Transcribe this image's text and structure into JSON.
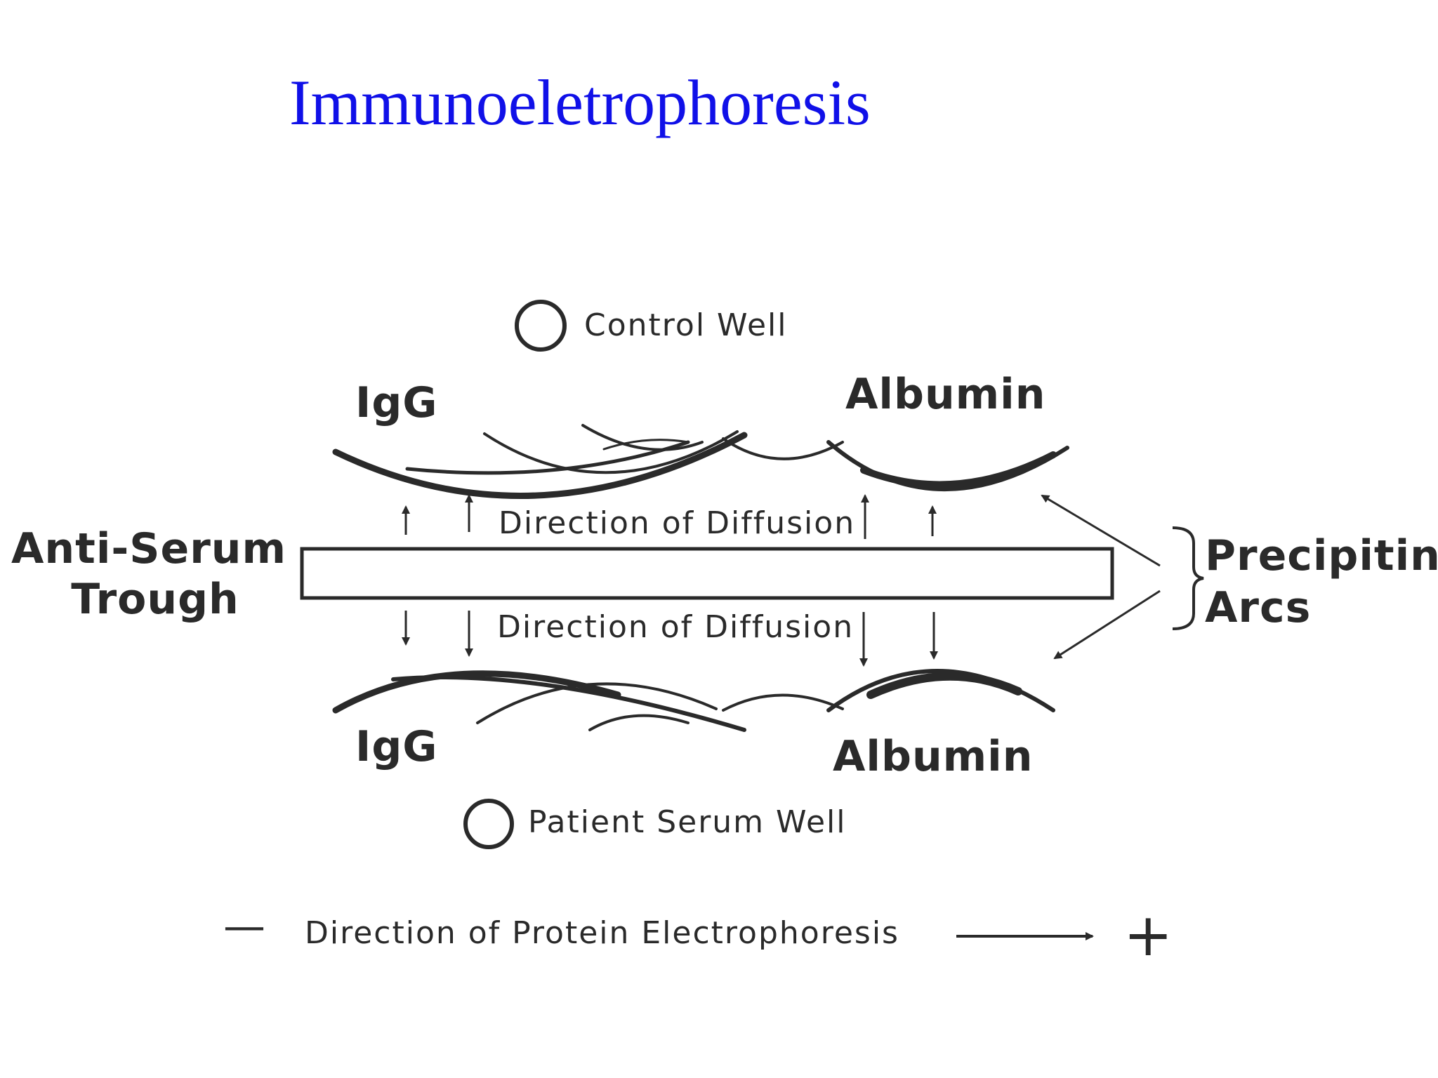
{
  "title": "Immunoeletrophoresis",
  "wells": {
    "control": "Control Well",
    "patient": "Patient Serum Well"
  },
  "arc_labels": {
    "top_igg": "IgG",
    "top_albumin": "Albumin",
    "bottom_igg": "IgG",
    "bottom_albumin": "Albumin"
  },
  "trough": {
    "line1": "Anti-Serum",
    "line2": "Trough"
  },
  "diffusion": {
    "top": "Direction of Diffusion",
    "bottom": "Direction of Diffusion"
  },
  "precipitin": {
    "line1": "Precipitin",
    "line2": "Arcs"
  },
  "electrophoresis": {
    "minus": "—",
    "label": "Direction of Protein Electrophoresis",
    "plus": "+"
  },
  "colors": {
    "title": "#1010e8",
    "ink": "#2a2a2a"
  }
}
